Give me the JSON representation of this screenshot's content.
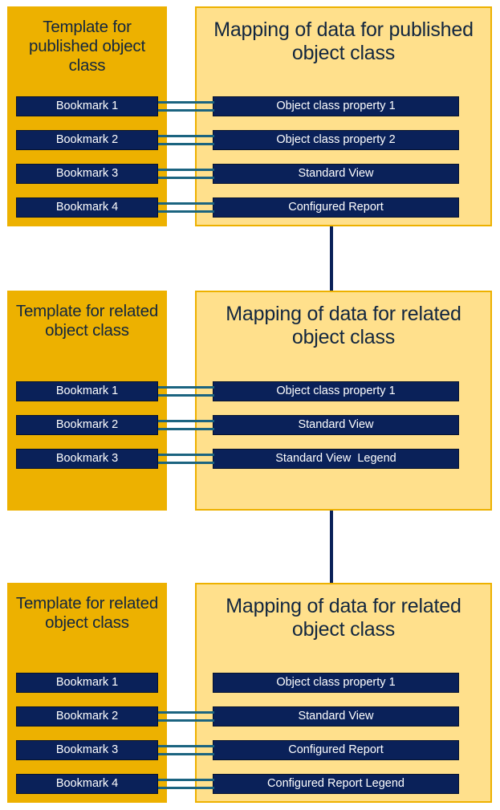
{
  "diagram": {
    "title_semantic": "template-to-data-mapping-diagram",
    "colors": {
      "left_panel_bg": "#EDB100",
      "right_panel_bg": "#FFE08C",
      "right_panel_border": "#EDB100",
      "bar_bg": "#0A2159",
      "bar_border": "#05122F",
      "bar_text": "#FFFFFF",
      "title_text": "#12263F",
      "connector_line": "#1B6480",
      "vertical_connector": "#0A2159"
    },
    "sections": [
      {
        "id": "published-object-class",
        "left_title": "Template for published object class",
        "right_title": "Mapping of data for published object class",
        "rows": [
          {
            "left": "Bookmark 1",
            "right": "Object class property 1",
            "connected": true
          },
          {
            "left": "Bookmark 2",
            "right": "Object class property 2",
            "connected": true
          },
          {
            "left": "Bookmark 3",
            "right": "Standard View",
            "connected": true
          },
          {
            "left": "Bookmark 4",
            "right": "Configured Report",
            "connected": true
          }
        ]
      },
      {
        "id": "related-object-class-1",
        "left_title": "Template for related object class",
        "right_title": "Mapping of data for related object class",
        "rows": [
          {
            "left": "Bookmark 1",
            "right": "Object class property 1",
            "connected": true
          },
          {
            "left": "Bookmark 2",
            "right": "Standard View",
            "connected": true
          },
          {
            "left": "Bookmark 3",
            "right": "Standard View  Legend",
            "connected": true
          }
        ]
      },
      {
        "id": "related-object-class-2",
        "left_title": "Template for related object class",
        "right_title": "Mapping of data for related object class",
        "rows": [
          {
            "left": "Bookmark 1",
            "right": "Object class property 1",
            "connected": false
          },
          {
            "left": "Bookmark 2",
            "right": "Standard View",
            "connected": true
          },
          {
            "left": "Bookmark 3",
            "right": "Configured Report",
            "connected": true
          },
          {
            "left": "Bookmark 4",
            "right": "Configured Report Legend",
            "connected": true
          }
        ]
      }
    ],
    "vertical_connectors": [
      {
        "from_section": 0,
        "to_section": 1
      },
      {
        "from_section": 1,
        "to_section": 2
      }
    ]
  }
}
